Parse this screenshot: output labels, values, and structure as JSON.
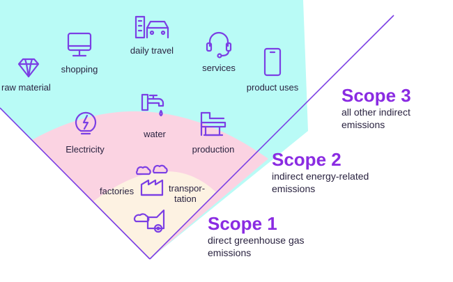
{
  "colors": {
    "accent": "#8a2be2",
    "scope3_band": "#b9fbf6",
    "scope2_band": "#fbd3e2",
    "scope1_band": "#fdf2e2",
    "outline": "#7b3fe4",
    "icon": "#7b3fe4",
    "text": "#2a2340"
  },
  "scope3": {
    "title": "Scope 3",
    "desc_line1": "all other indirect",
    "desc_line2": "emissions",
    "items": {
      "raw_material": {
        "label": "raw material",
        "icon": "diamond-icon"
      },
      "shopping": {
        "label": "shopping",
        "icon": "monitor-icon"
      },
      "daily_travel": {
        "label": "daily travel",
        "icon": "building-car-icon"
      },
      "services": {
        "label": "services",
        "icon": "headset-icon"
      },
      "product_uses": {
        "label": "product uses",
        "icon": "smartphone-icon"
      }
    }
  },
  "scope2": {
    "title": "Scope 2",
    "desc_line1": "indirect energy-related",
    "desc_line2": "emissions",
    "items": {
      "electricity": {
        "label": "Electricity",
        "icon": "lightbulb-icon"
      },
      "water": {
        "label": "water",
        "icon": "faucet-icon"
      },
      "production": {
        "label": "production",
        "icon": "machine-icon"
      }
    }
  },
  "scope1": {
    "title": "Scope 1",
    "desc_line1": "direct greenhouse gas",
    "desc_line2": "emissions",
    "items": {
      "factories": {
        "label": "factories",
        "icon": "factory-icon"
      },
      "transportation": {
        "label_line1": "transpor-",
        "label_line2": "tation",
        "icon": "truck-smoke-icon"
      }
    }
  }
}
